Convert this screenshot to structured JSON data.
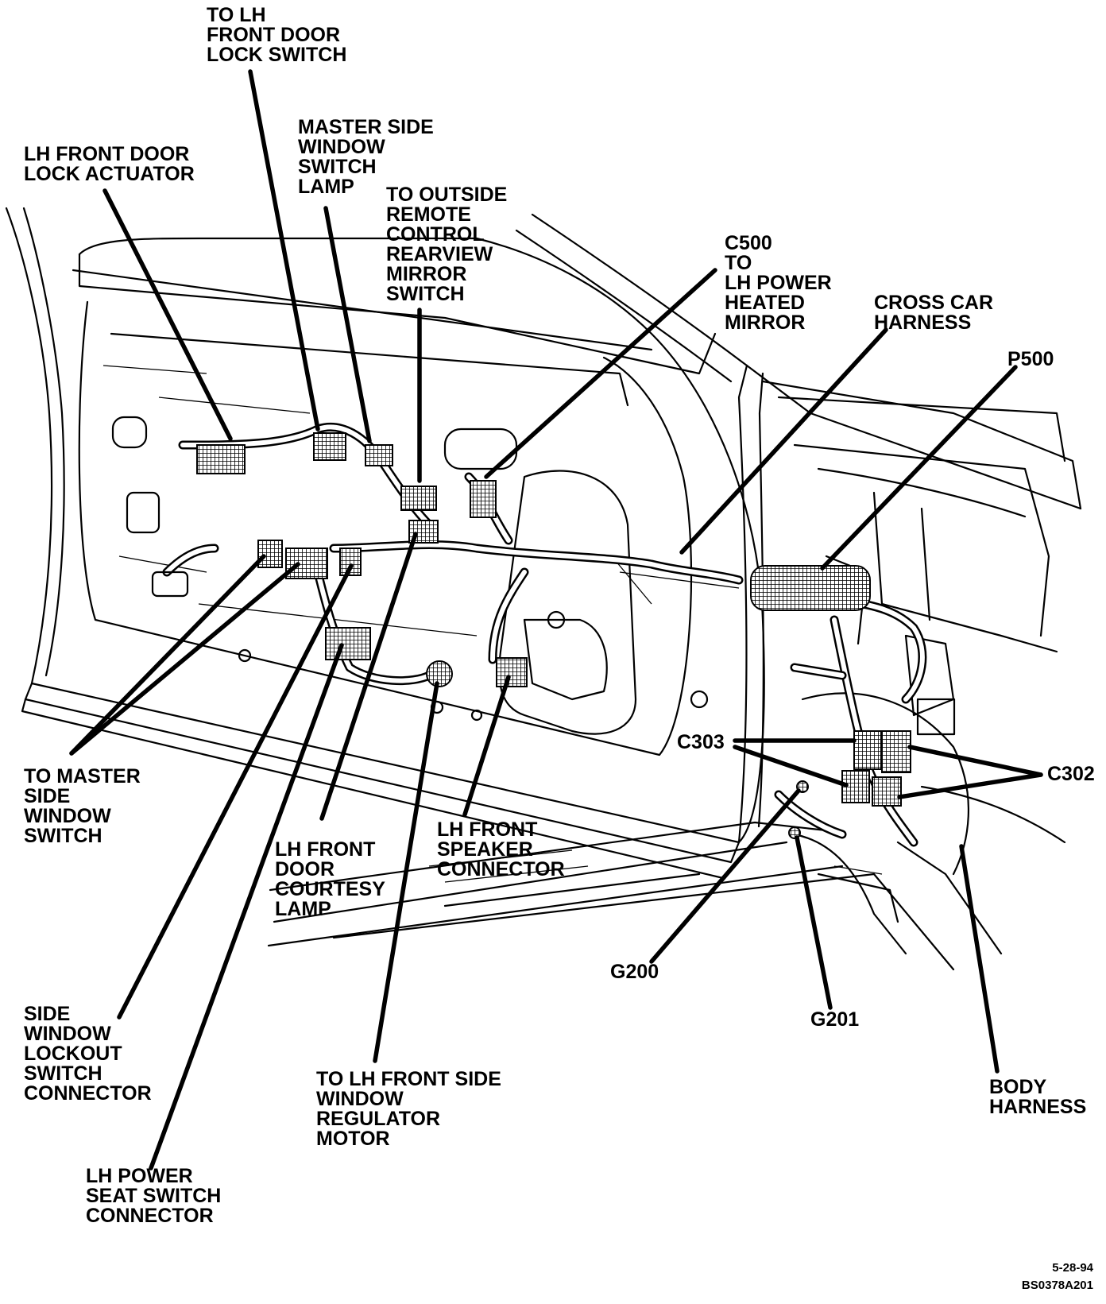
{
  "labels": {
    "lh_front_door_lock_switch": [
      "TO LH",
      "FRONT DOOR",
      "LOCK SWITCH"
    ],
    "master_side_window_switch_lamp": [
      "MASTER SIDE",
      "WINDOW",
      "SWITCH",
      "LAMP"
    ],
    "lh_front_door_lock_actuator": [
      "LH FRONT DOOR",
      "LOCK ACTUATOR"
    ],
    "outside_remote_control_mirror_switch": [
      "TO OUTSIDE",
      "REMOTE",
      "CONTROL",
      "REARVIEW",
      "MIRROR",
      "SWITCH"
    ],
    "c500_lh_power_heated_mirror": [
      "C500",
      "TO",
      "LH POWER",
      "HEATED",
      "MIRROR"
    ],
    "cross_car_harness": [
      "CROSS CAR",
      "HARNESS"
    ],
    "p500": [
      "P500"
    ],
    "c303": [
      "C303"
    ],
    "c302": [
      "C302"
    ],
    "to_master_side_window_switch": [
      "TO MASTER",
      "SIDE",
      "WINDOW",
      "SWITCH"
    ],
    "lh_front_door_courtesy_lamp": [
      "LH FRONT",
      "DOOR",
      "COURTESY",
      "LAMP"
    ],
    "lh_front_speaker_connector": [
      "LH FRONT",
      "SPEAKER",
      "CONNECTOR"
    ],
    "g200": [
      "G200"
    ],
    "g201": [
      "G201"
    ],
    "side_window_lockout_switch_connector": [
      "SIDE",
      "WINDOW",
      "LOCKOUT",
      "SWITCH",
      "CONNECTOR"
    ],
    "lh_front_side_window_regulator_motor": [
      "TO LH FRONT SIDE",
      "WINDOW",
      "REGULATOR",
      "MOTOR"
    ],
    "body_harness": [
      "BODY",
      "HARNESS"
    ],
    "lh_power_seat_switch_connector": [
      "LH POWER",
      "SEAT SWITCH",
      "CONNECTOR"
    ]
  },
  "footer": {
    "date": "5-28-94",
    "figure_id": "BS0378A201"
  }
}
